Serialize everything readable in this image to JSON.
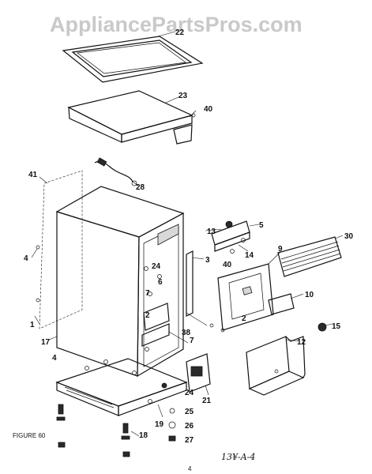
{
  "watermark": "AppliancePartsPros.com",
  "figure_label": "FIGURE 60",
  "handwritten_code": "13¥-A-4",
  "page_number": "4",
  "callouts": [
    "22",
    "23",
    "40",
    "41",
    "28",
    "4",
    "5",
    "13",
    "14",
    "40",
    "30",
    "9",
    "3",
    "24",
    "6",
    "7",
    "2",
    "10",
    "15",
    "1",
    "17",
    "4",
    "38",
    "7",
    "2",
    "12",
    "21",
    "24",
    "25",
    "26",
    "27",
    "19",
    "18"
  ]
}
